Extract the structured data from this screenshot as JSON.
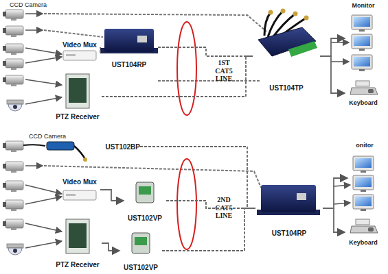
{
  "diagram": {
    "nodes": [
      {
        "text": [
          "Video Mux"
        ]
      },
      {
        "text": [
          "PTZ Receiver"
        ]
      },
      {
        "text": [
          "UST104RP"
        ]
      },
      {
        "text": [
          "UST104TP"
        ]
      },
      {
        "text": [
          "Monitor"
        ]
      },
      {
        "text": [
          "Keyboard"
        ]
      },
      {
        "text": [
          "UST102BP"
        ]
      },
      {
        "text": [
          "Video Mux"
        ]
      },
      {
        "text": [
          "UST102VP"
        ]
      },
      {
        "text": [
          "PTZ Receiver"
        ]
      },
      {
        "text": [
          "UST102VP"
        ]
      },
      {
        "text": [
          "UST104RP"
        ]
      },
      {
        "text": [
          "onitor"
        ]
      },
      {
        "text": [
          "Keyboard"
        ]
      }
    ],
    "edges": [
      {
        "from": 0,
        "to": 2,
        "arrow": "none"
      },
      {
        "from": 2,
        "to": 3,
        "arrow": "none"
      },
      {
        "from": 1,
        "to": 3,
        "arrow": "none"
      },
      {
        "from": 3,
        "to": 4,
        "arrow": "to"
      },
      {
        "from": 3,
        "to": 5,
        "arrow": "to"
      },
      {
        "from": 6,
        "to": 11,
        "arrow": "none"
      },
      {
        "from": 7,
        "to": 8,
        "arrow": "to"
      },
      {
        "from": 8,
        "to": 11,
        "arrow": "none"
      },
      {
        "from": 9,
        "to": 10,
        "arrow": "to"
      },
      {
        "from": 10,
        "to": 11,
        "arrow": "none"
      },
      {
        "from": 11,
        "to": 12,
        "arrow": "to"
      },
      {
        "from": 11,
        "to": 13,
        "arrow": "to"
      }
    ],
    "labels": [
      "CCD Camera",
      "1ST CAT5 LINE",
      "CCD Camera",
      "2ND CAT5 LINE"
    ]
  }
}
